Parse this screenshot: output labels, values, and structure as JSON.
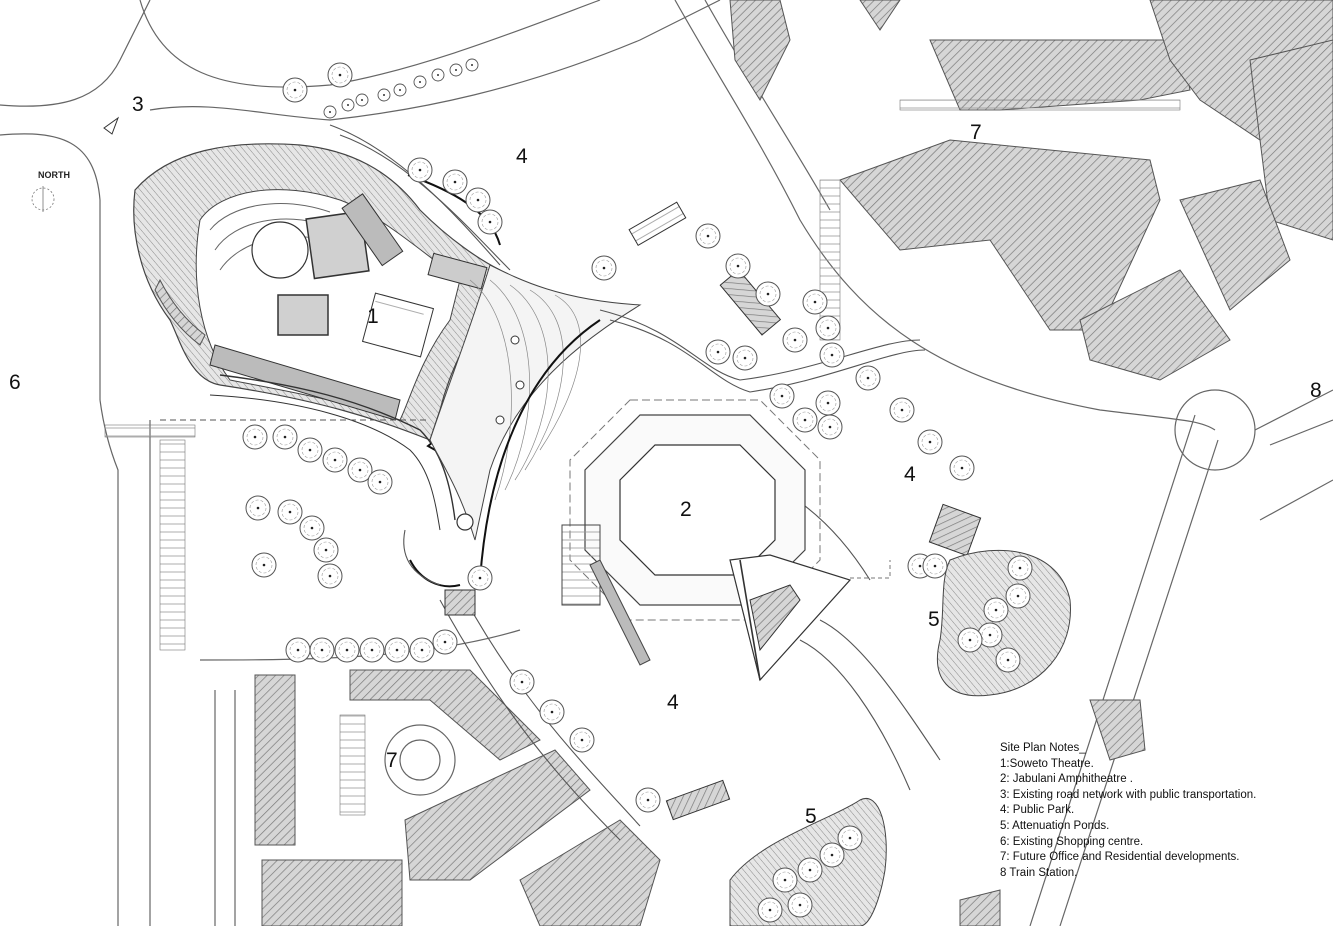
{
  "plan": {
    "north_label": "NORTH",
    "zone_labels": [
      {
        "id": "lbl-3",
        "text": "3"
      },
      {
        "id": "lbl-4a",
        "text": "4"
      },
      {
        "id": "lbl-7a",
        "text": "7"
      },
      {
        "id": "lbl-1",
        "text": "1"
      },
      {
        "id": "lbl-6",
        "text": "6"
      },
      {
        "id": "lbl-8",
        "text": "8"
      },
      {
        "id": "lbl-2",
        "text": "2"
      },
      {
        "id": "lbl-4b",
        "text": "4"
      },
      {
        "id": "lbl-5a",
        "text": "5"
      },
      {
        "id": "lbl-4c",
        "text": "4"
      },
      {
        "id": "lbl-7b",
        "text": "7"
      },
      {
        "id": "lbl-5b",
        "text": "5"
      }
    ]
  },
  "notes": {
    "title": "Site Plan Notes_",
    "items": [
      "1:Soweto Theatre.",
      "2: Jabulani Amphitheatre .",
      "3: Existing road network with public transportation.",
      "4: Public Park.",
      "5: Attenuation Ponds.",
      "6: Existing Shopping centre.",
      "7: Future Office and Residential developments.",
      "8 Train Station."
    ]
  },
  "colors": {
    "line": "#555555",
    "building_fill": "#bdbdbd",
    "hatch": "#8a8a8a",
    "background": "#ffffff"
  }
}
